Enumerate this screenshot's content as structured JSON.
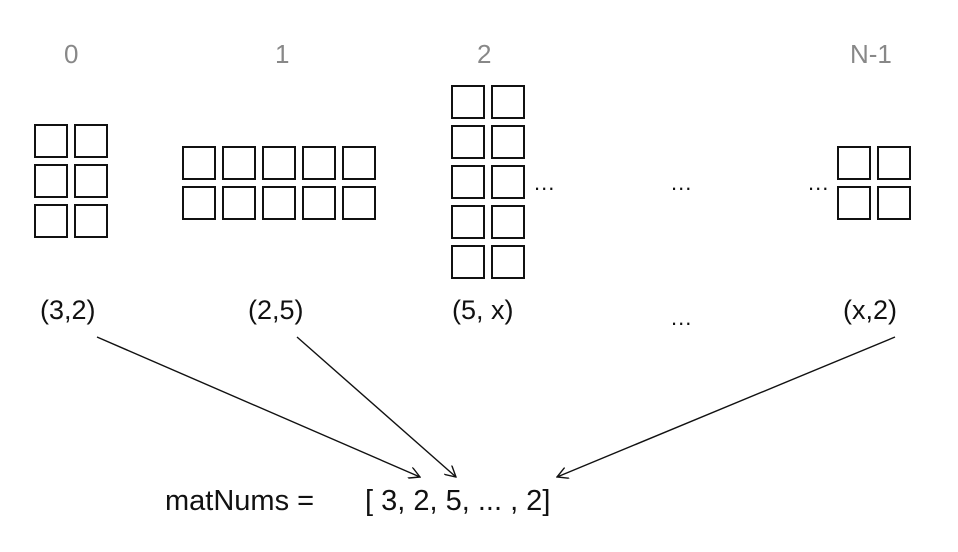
{
  "diagram": {
    "ellipsis": "...",
    "matrices": [
      {
        "index_label": "0",
        "shape_label": "(3,2)",
        "rows": 3,
        "cols": 2,
        "trailing_dots": false,
        "leading_dots": false
      },
      {
        "index_label": "1",
        "shape_label": "(2,5)",
        "rows": 2,
        "cols": 5,
        "trailing_dots": false,
        "leading_dots": false
      },
      {
        "index_label": "2",
        "shape_label": "(5, x)",
        "rows": 5,
        "cols": 2,
        "trailing_dots": true,
        "leading_dots": false
      },
      {
        "index_label": "N-1",
        "shape_label": "(x,2)",
        "rows": 2,
        "cols": 2,
        "trailing_dots": false,
        "leading_dots": true
      }
    ],
    "formula": {
      "name": "matNums =",
      "value": "[ 3, 2, 5, ... , 2]"
    }
  },
  "colors": {
    "stroke": "#111111",
    "index_label": "#888888",
    "text": "#111111",
    "background": "#ffffff"
  }
}
